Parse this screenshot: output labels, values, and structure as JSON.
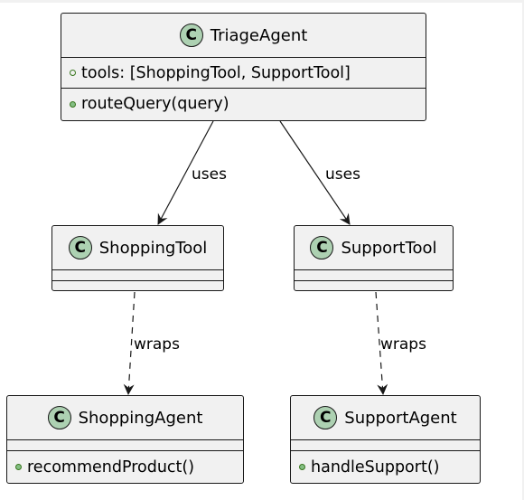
{
  "classes": {
    "triage": {
      "name": "TriageAgent",
      "icon": "class-stereotype-c-icon",
      "icon_letter": "C",
      "fields": [
        "tools: [ShoppingTool, SupportTool]"
      ],
      "methods": [
        "routeQuery(query)"
      ]
    },
    "shopping_tool": {
      "name": "ShoppingTool",
      "icon": "class-stereotype-c-icon",
      "icon_letter": "C",
      "fields": [],
      "methods": []
    },
    "support_tool": {
      "name": "SupportTool",
      "icon": "class-stereotype-c-icon",
      "icon_letter": "C",
      "fields": [],
      "methods": []
    },
    "shopping_agent": {
      "name": "ShoppingAgent",
      "icon": "class-stereotype-c-icon",
      "icon_letter": "C",
      "fields": [],
      "methods": [
        "recommendProduct()"
      ]
    },
    "support_agent": {
      "name": "SupportAgent",
      "icon": "class-stereotype-c-icon",
      "icon_letter": "C",
      "fields": [],
      "methods": [
        "handleSupport()"
      ]
    }
  },
  "relations": {
    "triage_to_shopping_tool": {
      "label": "uses",
      "style": "solid"
    },
    "triage_to_support_tool": {
      "label": "uses",
      "style": "solid"
    },
    "shopping_tool_to_agent": {
      "label": "wraps",
      "style": "dashed"
    },
    "support_tool_to_agent": {
      "label": "wraps",
      "style": "dashed"
    }
  },
  "colors": {
    "class_fill": "#f1f1f1",
    "border": "#181818",
    "circle_fill": "#add1b2",
    "method_dot": "#84be84",
    "visibility_outline": "#38761d"
  }
}
